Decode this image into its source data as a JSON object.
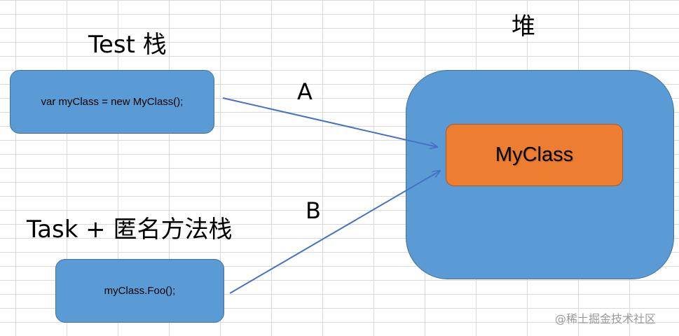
{
  "stack_title": "Test 栈",
  "heap_title": "堆",
  "task_title": "Task + 匿名方法栈",
  "stack_code": "var myClass = new MyClass();",
  "task_code": "myClass.Foo();",
  "object_name": "MyClass",
  "reference_a": "A",
  "reference_b": "B",
  "watermark": "@稀土掘金技术社区",
  "colors": {
    "box_fill": "#5b9bd5",
    "box_border": "#41719c",
    "object_fill": "#ed7d31",
    "arrow": "#4472c4"
  }
}
